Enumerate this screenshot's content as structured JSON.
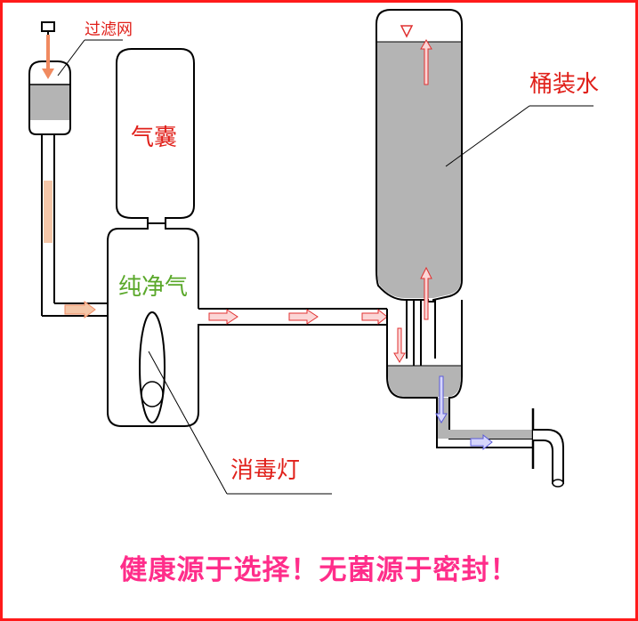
{
  "labels": {
    "filter": "过滤网",
    "airbag": "气囊",
    "pure_air": "纯净气",
    "bottled_water": "桶装水",
    "uv_lamp": "消毒灯"
  },
  "slogan": "健康源于选择！无菌源于密封！",
  "colors": {
    "border": "#ff1a1a",
    "water": "#b4b4b4",
    "outline": "#000000",
    "label_red": "#e0201a",
    "label_green": "#5aa82a",
    "slogan": "#ff2d8a",
    "air_arrow": "#f08a60",
    "flow_arrow_red": "#e03030",
    "flow_arrow_blue": "#5a5ad8"
  }
}
